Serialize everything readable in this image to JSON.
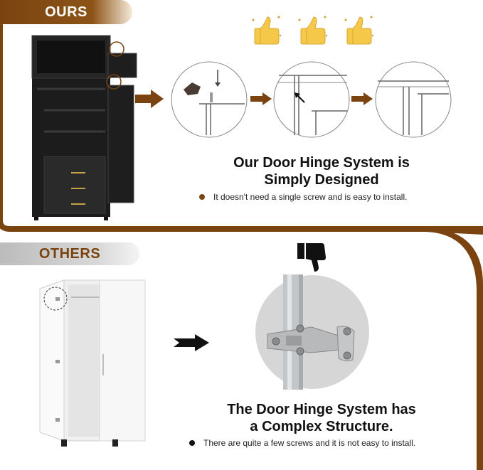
{
  "ours_section": {
    "badge_label": "OURS",
    "headline_line1": "Our Door Hinge System is",
    "headline_line2": "Simply Designed",
    "bullet_text": "It doesn't need a single screw and is easy to install."
  },
  "others_section": {
    "badge_label": "OTHERS",
    "headline_line1": "The Door Hinge System has",
    "headline_line2": "a Complex Structure.",
    "bullet_text": "There are quite a few screws and it is not easy to install."
  },
  "icons": {
    "approval": "thumbs-up-icon",
    "disapproval": "thumbs-down-icon",
    "flow": "arrow-right-icon"
  },
  "colors": {
    "brand_brown": "#7a4310",
    "thumb_yellow": "#f6c84a",
    "sparkle": "#c9a03a",
    "cabinet_black": "#1c1c1c",
    "badge_grey": "#d0d0d0"
  }
}
